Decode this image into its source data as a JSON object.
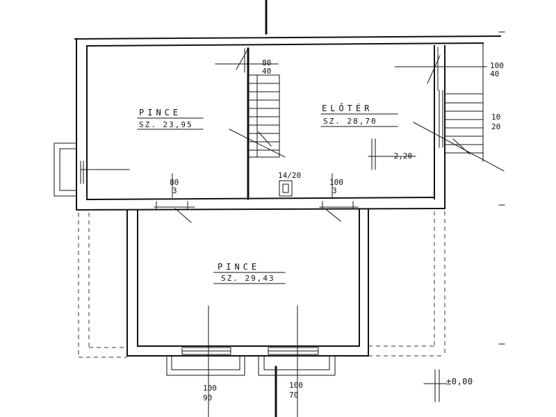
{
  "plan": {
    "rooms": [
      {
        "name": "PINCE",
        "area": "SZ. 23,95"
      },
      {
        "name": "ELŐTÉR",
        "area": "SZ. 28,70"
      },
      {
        "name": "PINCE",
        "area": "SZ. 29,43"
      }
    ],
    "dimensions": {
      "stair_head": [
        "80",
        "40"
      ],
      "right_stair_head": [
        "100",
        "40"
      ],
      "right_stair_mid": [
        "10",
        "20"
      ],
      "level_step": "-2,20",
      "chimney": "14/20",
      "door_left": [
        "80",
        "3"
      ],
      "door_right": [
        "100",
        "3"
      ],
      "bottom_left": [
        "100",
        "90"
      ],
      "bottom_right": [
        "100",
        "70"
      ]
    },
    "level_mark": "±0,00"
  }
}
